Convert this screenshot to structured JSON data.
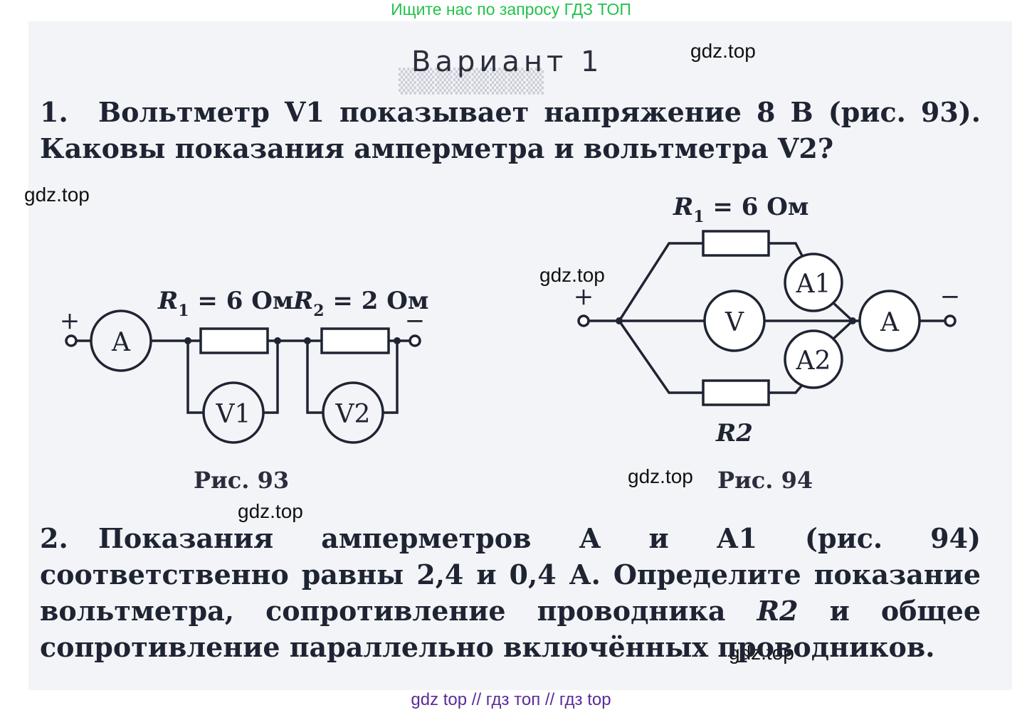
{
  "banner": "Ищите нас по запросу ГДЗ ТОП",
  "heading": "Вариант 1",
  "watermarks": [
    "gdz.top",
    "gdz.top",
    "gdz.top",
    "gdz.top",
    "gdz.top",
    "gdz.top"
  ],
  "task1": {
    "number": "1.",
    "text": "Вольтметр V1 показывает напряжение 8 В (рис. 93). Каковы показания амперметра и вольтметра V2?"
  },
  "fig93": {
    "caption": "Рис. 93",
    "r1_label": "R",
    "r1_sub": "1",
    "r1_value": " = 6 Ом",
    "r2_label": "R",
    "r2_sub": "2",
    "r2_value": " = 2 Ом",
    "ammeter": "A",
    "v1": "V1",
    "v2": "V2",
    "plus": "+",
    "minus": "−"
  },
  "fig94": {
    "caption": "Рис. 94",
    "r1_label": "R",
    "r1_sub": "1",
    "r1_value": " = 6 Ом",
    "r2_label": "R2",
    "voltmeter": "V",
    "a1": "A1",
    "a2": "A2",
    "ammeter": "A",
    "plus": "+",
    "minus": "−"
  },
  "task2": {
    "number": "2.",
    "text_before": "Показания амперметров А и А1 (рис. 94) соответственно равны 2,4 и 0,4 А. Определите показание вольтметра, сопротивление проводника ",
    "italic": "R2",
    "text_after": " и общее сопротивление параллельно включённых проводников."
  },
  "footer": "gdz top  //  гдз топ  //  гдз top",
  "colors": {
    "banner": "#22c24a",
    "footer": "#5a2d9a",
    "ink": "#1f2433"
  }
}
